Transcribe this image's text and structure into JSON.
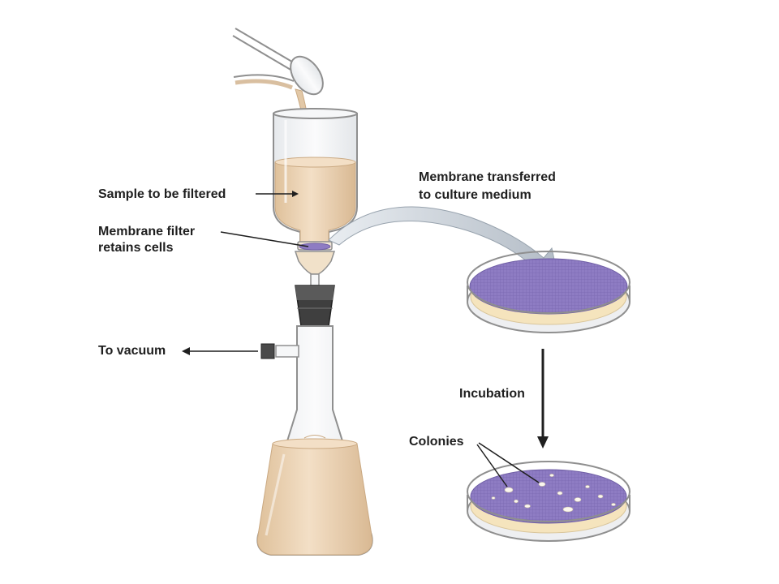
{
  "labels": {
    "sample": "Sample to be filtered",
    "membrane_filter_line1": "Membrane filter",
    "membrane_filter_line2": "retains cells",
    "vacuum": "To vacuum",
    "transferred_line1": "Membrane transferred",
    "transferred_line2": "to culture medium",
    "incubation": "Incubation",
    "colonies": "Colonies"
  },
  "colors": {
    "liquid": "#ecd3b3",
    "glass_stroke": "#8f8f8f",
    "membrane": "#8e7cc3",
    "agar": "#f5e4bd",
    "stopper": "#3f3f3f",
    "arrow_fill": "#c7ced6"
  }
}
